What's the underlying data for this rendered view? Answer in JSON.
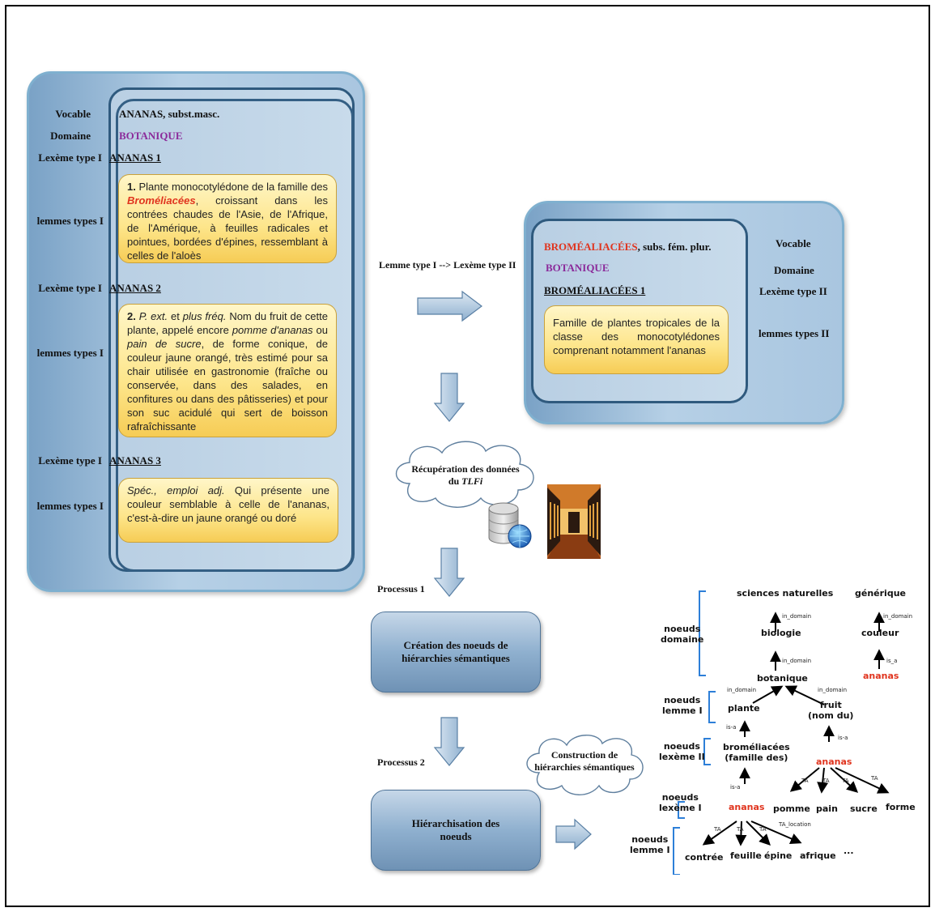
{
  "left_panel": {
    "labels": {
      "vocable": "Vocable",
      "domaine": "Domaine",
      "lexeme1": "Lexème type I",
      "lemmes1": "lemmes types I",
      "lexeme2": "Lexème type I",
      "lemmes2": "lemmes types I",
      "lexeme3": "Lexème type I",
      "lemmes3": "lemmes types I"
    },
    "vocable_value": "ANANAS, subst.masc.",
    "domaine_value": "BOTANIQUE",
    "lexeme_1": "ANANAS 1",
    "lexeme_2": "ANANAS 2",
    "lexeme_3": "ANANAS 3",
    "def1": {
      "num": "1.",
      "part_a": " Plante monocotylédone de la famille des ",
      "highlight": "Broméliacées",
      "part_b": ", croissant dans les contrées chaudes de l'Asie, de l'Afrique, de l'Amérique, à feuilles radicales et pointues, bordées d'épines, ressemblant à celles de l'aloès"
    },
    "def2": {
      "num": "2.",
      "pext": " P. ext.",
      "et": " et ",
      "plusfreq": "plus fréq.",
      "part_a": " Nom du fruit de cette plante, appelé encore ",
      "pomme": "pomme d'ananas",
      "ou": " ou ",
      "pain": "pain de sucre",
      "part_b": ", de forme conique, de couleur jaune orangé, très estimé pour sa chair utilisée en gastronomie (fraîche ou conservée, dans des salades, en confitures ou dans des pâtisseries) et pour son suc acidulé qui sert de boisson rafraîchissante"
    },
    "def3": {
      "italic": "Spéc., emploi adj.",
      "rest": " Qui présente une couleur semblable à celle de l'ananas, c'est-à-dire un jaune orangé ou doré"
    }
  },
  "arrow_label": "Lemme type I --> Lexème type II",
  "right_panel": {
    "vocable_value": "BROMÉALIACÉES",
    "vocable_suffix": ", subs. fém. plur.",
    "domaine_value": "BOTANIQUE",
    "lexeme_value": "BROMÉALIACÉES 1",
    "definition": "Famille de plantes tropicales de la classe des monocotylédones comprenant notamment l'ananas",
    "labels": {
      "vocable": "Vocable",
      "domaine": "Domaine",
      "lexeme": "Lexème type II",
      "lemmes": "lemmes types II"
    }
  },
  "cloud_recup": {
    "line1": "Récupération des données",
    "line2_a": "du ",
    "line2_b": "TLFi"
  },
  "processus1": "Processus 1",
  "processus2": "Processus 2",
  "step1": "Création des noeuds de hiérarchies sémantiques",
  "step2": "Hiérarchisation des noeuds",
  "cloud_construction": "Construction de hiérarchies sémantiques",
  "tree": {
    "group_labels": {
      "domaine": [
        "noeuds",
        "domaine"
      ],
      "lemme_i": [
        "noeuds",
        "lemme I"
      ],
      "lexeme_ii": [
        "noeuds",
        "lexème II"
      ],
      "lexeme_i": [
        "noeuds",
        "lexème I"
      ],
      "lemme_i_bottom": [
        "noeuds",
        "lemme I"
      ]
    },
    "nodes": {
      "sciences": "sciences naturelles",
      "biologie": "biologie",
      "botanique": "botanique",
      "generique": "générique",
      "couleur": "couleur",
      "ananas_top": "ananas",
      "plante": "plante",
      "fruit": [
        "fruit",
        "(nom du)"
      ],
      "bromeliacees": [
        "broméliacées",
        "(famille des)"
      ],
      "ananas_mid": "ananas",
      "ananas_low": "ananas",
      "pomme": "pomme",
      "pain": "pain",
      "sucre": "sucre",
      "forme": "forme",
      "contree": "contrée",
      "feuille": "feuille",
      "epine": "épine",
      "afrique": "afrique",
      "ellipsis": "..."
    },
    "edges": {
      "in_domain": "in_domain",
      "is_a_1": "is_a",
      "is_a_2": "is-a",
      "ta": "TA",
      "ta_location": "TA_location"
    }
  }
}
